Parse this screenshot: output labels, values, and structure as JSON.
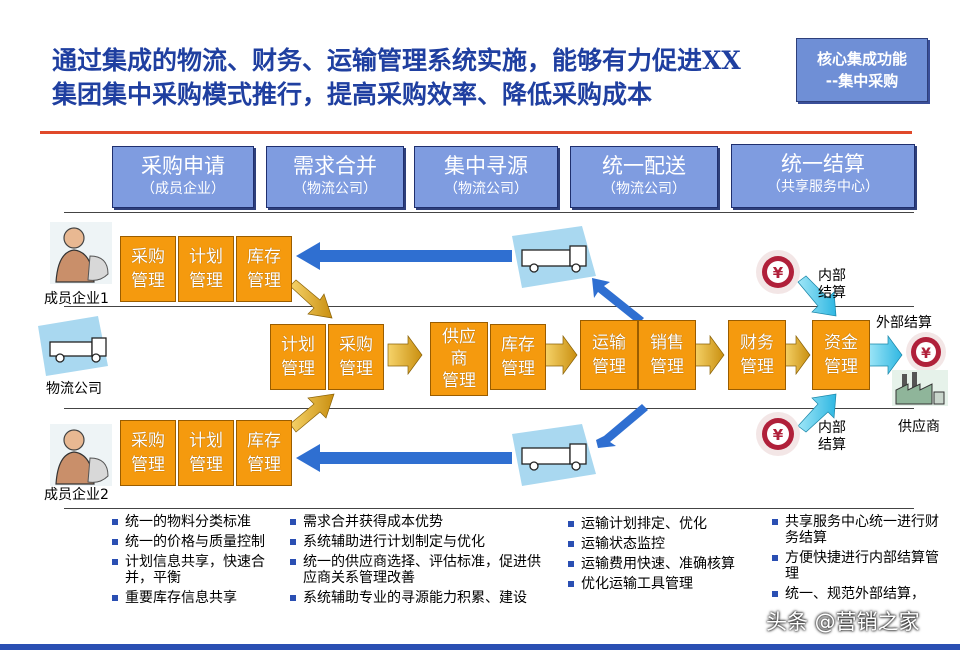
{
  "title_lines": [
    "通过集成的物流、财务、运输管理系统实施，能够有力促进XX",
    "集团集中采购模式推行，提高采购效率、降低采购成本"
  ],
  "badge": {
    "line1": "核心集成功能",
    "line2": "--集中采购"
  },
  "phases": [
    {
      "title": "采购申请",
      "sub": "（成员企业）"
    },
    {
      "title": "需求合并",
      "sub": "（物流公司）"
    },
    {
      "title": "集中寻源",
      "sub": "（物流公司）"
    },
    {
      "title": "统一配送",
      "sub": "（物流公司）"
    },
    {
      "title": "统一结算",
      "sub": "（共享服务中心）"
    }
  ],
  "rows": {
    "member1": {
      "label": "成员企业1",
      "boxes": [
        [
          "采购",
          "管理"
        ],
        [
          "计划",
          "管理"
        ],
        [
          "库存",
          "管理"
        ]
      ]
    },
    "logistics": {
      "label": "物流公司",
      "boxes": [
        [
          "计划",
          "管理"
        ],
        [
          "采购",
          "管理"
        ],
        [
          "供应",
          "商",
          "管理"
        ],
        [
          "库存",
          "管理"
        ],
        [
          "运输",
          "管理"
        ],
        [
          "销售",
          "管理"
        ],
        [
          "财务",
          "管理"
        ],
        [
          "资金",
          "管理"
        ]
      ]
    },
    "member2": {
      "label": "成员企业2",
      "boxes": [
        [
          "采购",
          "管理"
        ],
        [
          "计划",
          "管理"
        ],
        [
          "库存",
          "管理"
        ]
      ]
    }
  },
  "settlement": {
    "internal1": [
      "内部",
      "结算"
    ],
    "internal2": [
      "内部",
      "结算"
    ],
    "external": "外部结算",
    "supplier": "供应商"
  },
  "colors": {
    "accent_blue": "#1f3fa0",
    "phase_bg": "#7f9ce0",
    "box_orange": "#f59a0e",
    "divider_red": "#e0492a",
    "arrow_blue": "#2f6fd1",
    "arrow_cyan": "#38c4e8",
    "arrow_gold": "#d6a21a"
  },
  "bullets": [
    [
      "统一的物料分类标准",
      "统一的价格与质量控制",
      "计划信息共享，快速合并，平衡",
      "重要库存信息共享"
    ],
    [
      "需求合并获得成本优势",
      "系统辅助进行计划制定与优化",
      "统一的供应商选择、评估标准，促进供应商关系管理改善",
      "系统辅助专业的寻源能力积累、建设"
    ],
    [
      "运输计划排定、优化",
      "运输状态监控",
      "运输费用快速、准确核算",
      "优化运输工具管理"
    ],
    [
      "共享服务中心统一进行财务结算",
      "方便快捷进行内部结算管理",
      "统一、规范外部结算，"
    ]
  ],
  "watermark": "头条 @营销之家",
  "icons": [
    "businessman-icon",
    "truck-icon",
    "yuan-coin-icon",
    "factory-icon"
  ]
}
